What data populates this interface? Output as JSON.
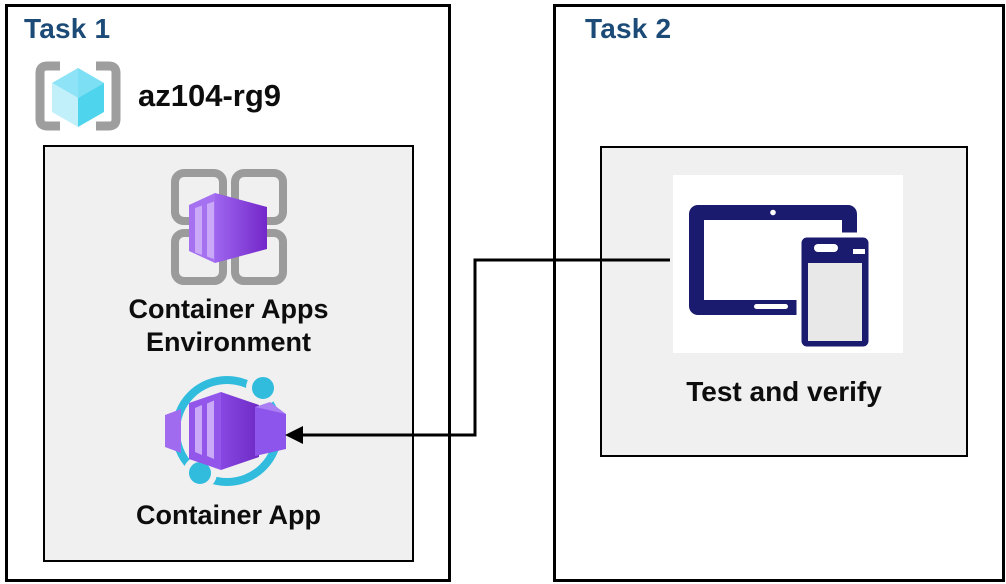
{
  "diagram": {
    "task1": {
      "title": "Task 1",
      "resource_group_name": "az104-rg9",
      "environment_label": "Container Apps Environment",
      "container_app_label": "Container App"
    },
    "task2": {
      "title": "Task 2",
      "test_label": "Test and verify"
    },
    "connector": {
      "description": "elbow arrow from Test and verify devices to Container App",
      "direction": "right-to-left"
    }
  },
  "icons": {
    "resource_group": "azure-resource-group-icon",
    "environment": "container-apps-environment-icon",
    "container_app": "container-app-icon",
    "devices": "tablet-and-phone-icon"
  },
  "colors": {
    "title_navy": "#1C4B77",
    "box_fill_gray": "#F0F0F0",
    "border_black": "#000000",
    "purple_light": "#A571F1",
    "purple_dark": "#7327C9",
    "cyan_accent": "#31BCDE",
    "device_navy": "#1A1A6E",
    "bracket_gray": "#9E9E9E",
    "cube_cyan": "#4FD4ED"
  }
}
